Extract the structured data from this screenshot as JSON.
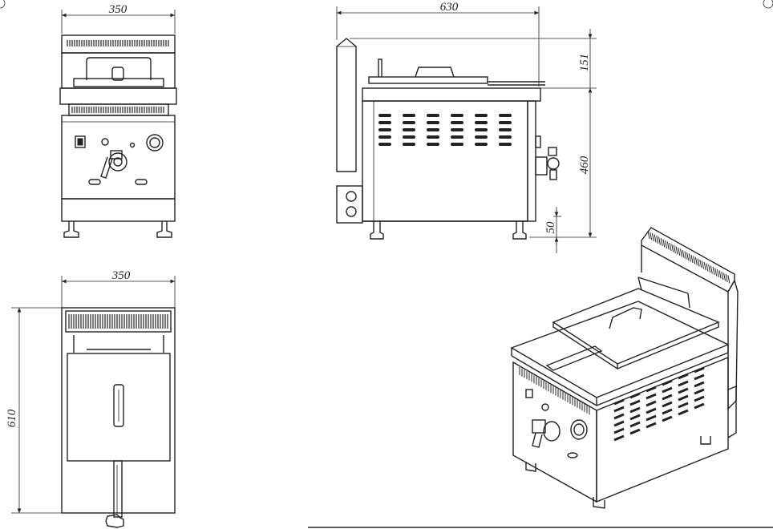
{
  "dimensions": {
    "front_width": "350",
    "top_width": "350",
    "side_depth": "630",
    "top_depth": "610",
    "upper_height": "151",
    "body_height": "460",
    "leg_height": "50"
  },
  "colors": {
    "line": "#222222",
    "background": "#ffffff"
  }
}
